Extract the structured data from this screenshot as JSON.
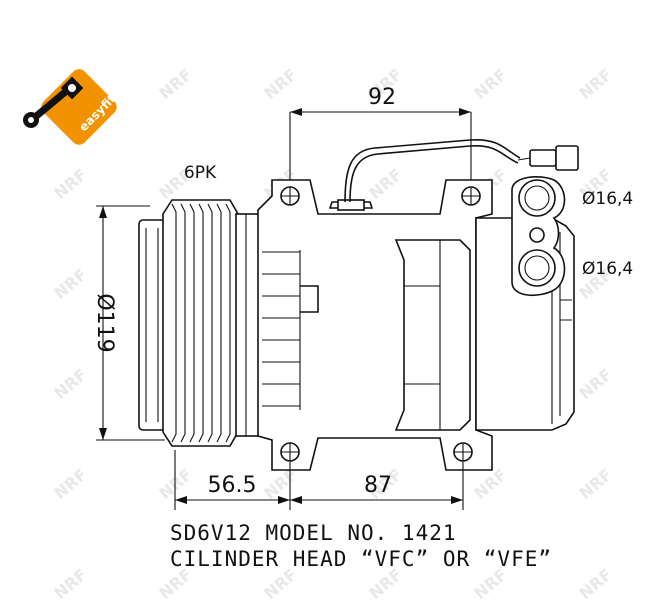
{
  "brand": {
    "badge_text": "easyfit",
    "badge_color": "#f39200",
    "tool_icon": "wrench-icon",
    "watermark_text": "NRF",
    "watermark_color": "#e6e6e6"
  },
  "labels": {
    "pulley_type": "6PK",
    "dim_top": "92",
    "dim_left": "56.5",
    "dim_right": "87",
    "dim_diameter": "Ø119",
    "port_top": "Ø16,4",
    "port_bottom": "Ø16,4"
  },
  "caption": {
    "line1": "SD6V12 MODEL NO. 1421",
    "line2": "CILINDER HEAD “VFC” OR “VFE”"
  }
}
